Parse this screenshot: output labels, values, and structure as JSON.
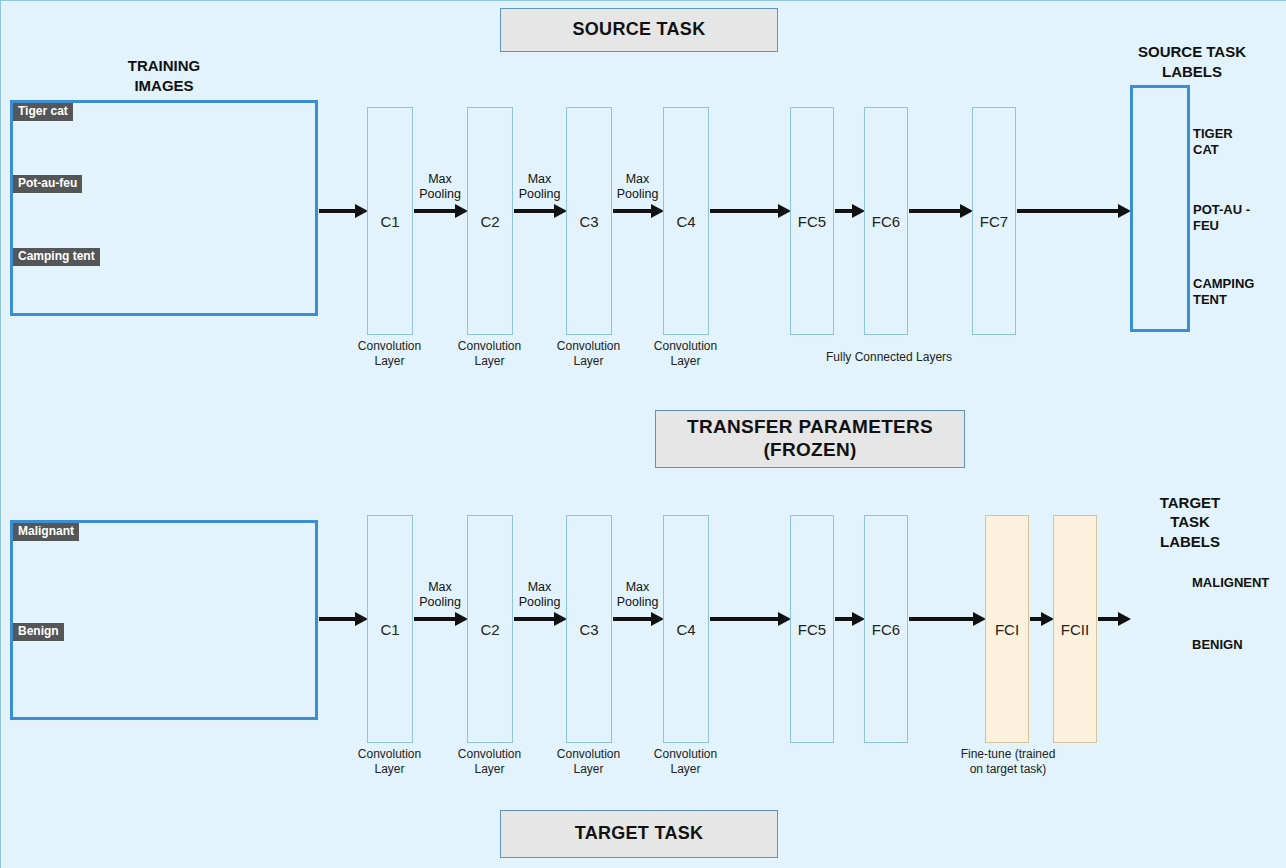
{
  "diagram": {
    "nodes": [
      {
        "text": [
          "SOURCE TASK"
        ]
      },
      {
        "text": [
          "TRAINING IMAGES",
          "Tiger cat",
          "Pot-au-feu",
          "Camping tent"
        ]
      },
      {
        "text": [
          "C1",
          "Convolution Layer"
        ]
      },
      {
        "text": [
          "C2",
          "Convolution Layer"
        ]
      },
      {
        "text": [
          "C3",
          "Convolution Layer"
        ]
      },
      {
        "text": [
          "C4",
          "Convolution Layer"
        ]
      },
      {
        "text": [
          "FC5"
        ]
      },
      {
        "text": [
          "FC6"
        ]
      },
      {
        "text": [
          "FC7"
        ]
      },
      {
        "text": [
          "SOURCE TASK LABELS",
          "TIGER CAT",
          "POT-AU -FEU",
          "CAMPING TENT"
        ]
      },
      {
        "text": [
          "TRANSFER PARAMETERS (FROZEN)"
        ]
      },
      {
        "text": [
          "Malignant",
          "Benign"
        ]
      },
      {
        "text": [
          "C1",
          "Convolution Layer"
        ]
      },
      {
        "text": [
          "C2",
          "Convolution Layer"
        ]
      },
      {
        "text": [
          "C3",
          "Convolution Layer"
        ]
      },
      {
        "text": [
          "C4",
          "Convolution Layer"
        ]
      },
      {
        "text": [
          "FC5"
        ]
      },
      {
        "text": [
          "FC6"
        ]
      },
      {
        "text": [
          "FCI"
        ]
      },
      {
        "text": [
          "FCII"
        ]
      },
      {
        "text": [
          "TARGET TASK LABELS",
          "MALIGNENT",
          "BENIGN"
        ]
      },
      {
        "text": [
          "TARGET TASK"
        ]
      }
    ],
    "edges": [
      {
        "from": 1,
        "to": 2,
        "arrow": "to"
      },
      {
        "from": 2,
        "to": 3,
        "label": "Max Pooling",
        "arrow": "to"
      },
      {
        "from": 3,
        "to": 4,
        "label": "Max Pooling",
        "arrow": "to"
      },
      {
        "from": 4,
        "to": 5,
        "label": "Max Pooling",
        "arrow": "to"
      },
      {
        "from": 5,
        "to": 6,
        "arrow": "to"
      },
      {
        "from": 6,
        "to": 7,
        "arrow": "to"
      },
      {
        "from": 7,
        "to": 8,
        "arrow": "to"
      },
      {
        "from": 8,
        "to": 9,
        "arrow": "to"
      },
      {
        "from": 11,
        "to": 12,
        "arrow": "to"
      },
      {
        "from": 12,
        "to": 13,
        "label": "Max Pooling",
        "arrow": "to"
      },
      {
        "from": 13,
        "to": 14,
        "label": "Max Pooling",
        "arrow": "to"
      },
      {
        "from": 14,
        "to": 15,
        "label": "Max Pooling",
        "arrow": "to"
      },
      {
        "from": 15,
        "to": 16,
        "arrow": "to"
      },
      {
        "from": 16,
        "to": 17,
        "arrow": "to"
      },
      {
        "from": 17,
        "to": 18,
        "arrow": "to"
      },
      {
        "from": 18,
        "to": 19,
        "arrow": "to"
      },
      {
        "from": 19,
        "to": 20,
        "arrow": "to"
      }
    ],
    "labels": [
      "Fully Connected Layers",
      "Fine-tune (trained on target task)"
    ]
  }
}
